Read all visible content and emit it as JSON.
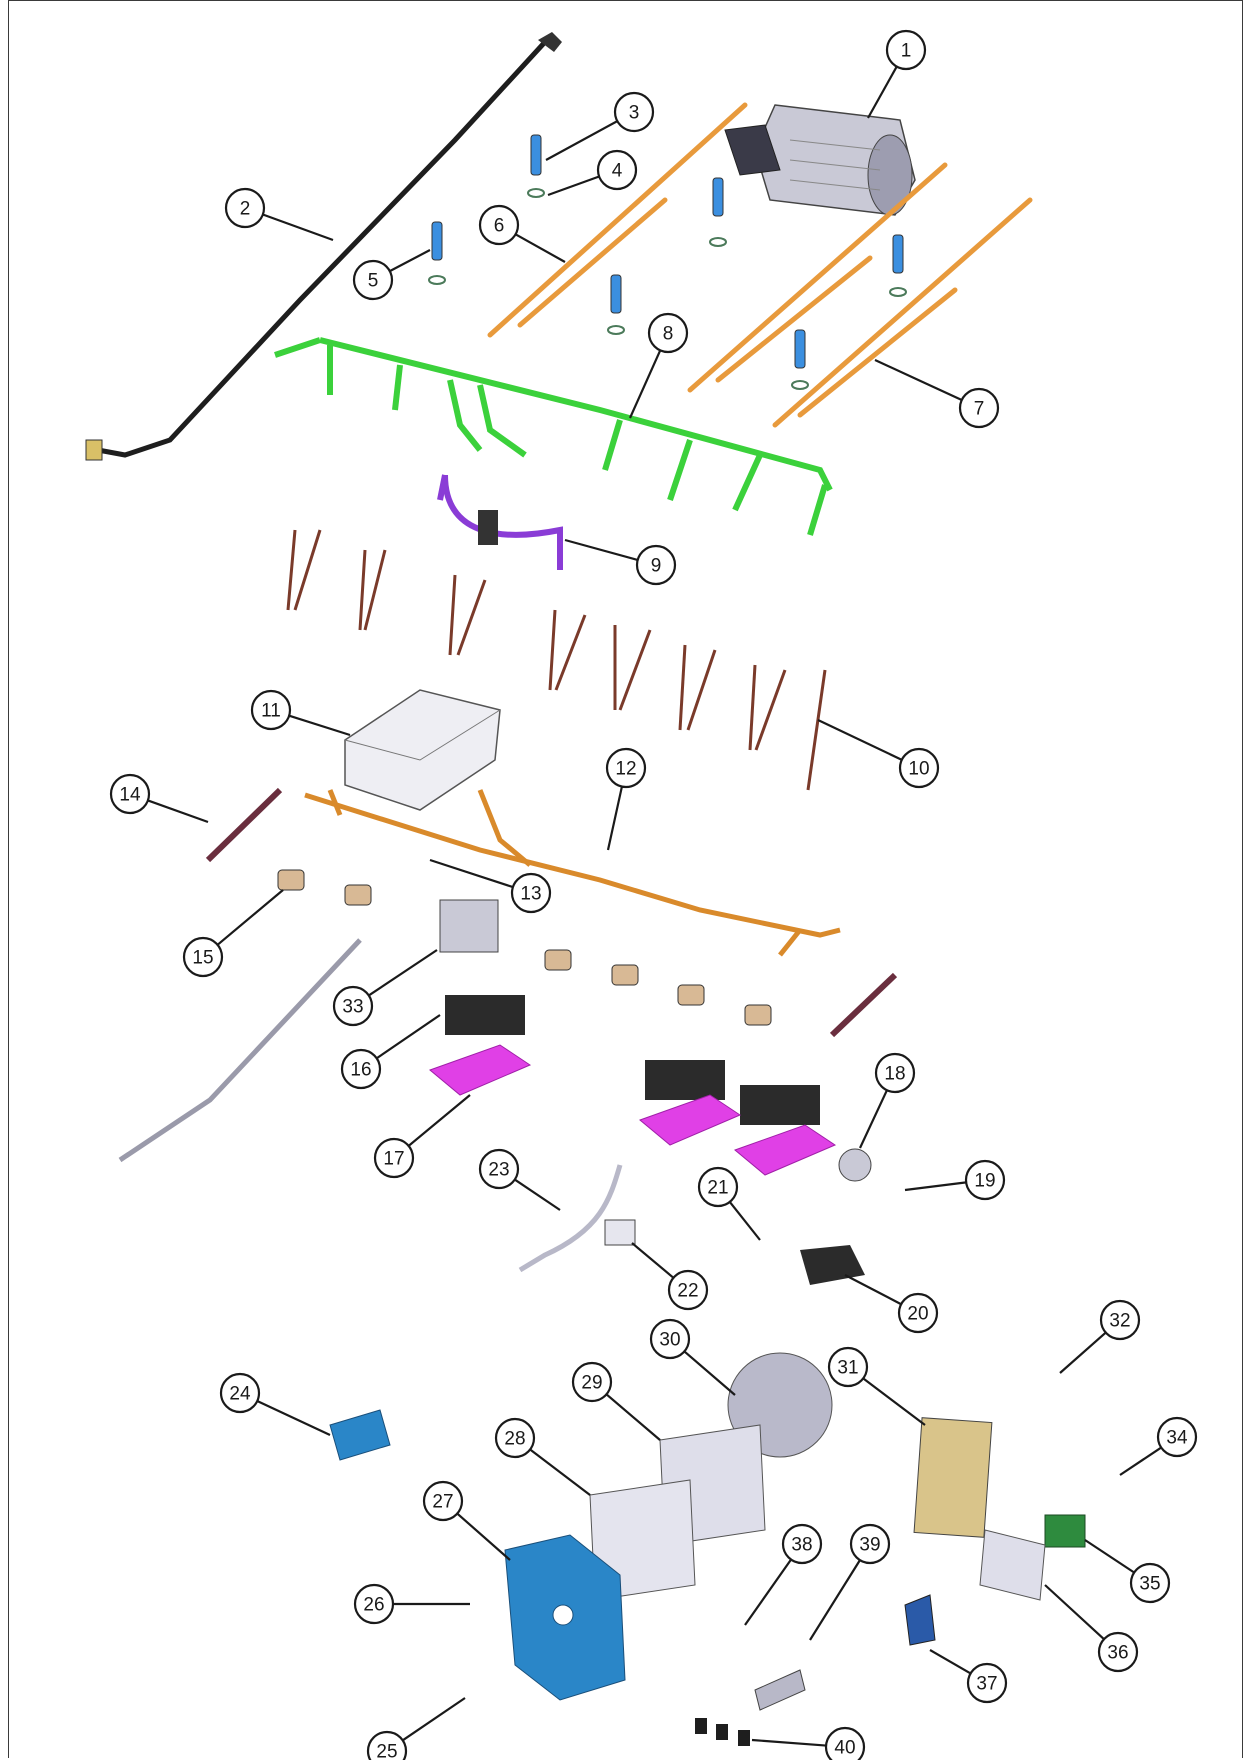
{
  "diagram": {
    "type": "exploded-parts-view",
    "balloons": [
      {
        "label": "1"
      },
      {
        "label": "2"
      },
      {
        "label": "3"
      },
      {
        "label": "4"
      },
      {
        "label": "5"
      },
      {
        "label": "6"
      },
      {
        "label": "7"
      },
      {
        "label": "8"
      },
      {
        "label": "9"
      },
      {
        "label": "10"
      },
      {
        "label": "11"
      },
      {
        "label": "12"
      },
      {
        "label": "13"
      },
      {
        "label": "14"
      },
      {
        "label": "15"
      },
      {
        "label": "16"
      },
      {
        "label": "17"
      },
      {
        "label": "18"
      },
      {
        "label": "19"
      },
      {
        "label": "20"
      },
      {
        "label": "21"
      },
      {
        "label": "22"
      },
      {
        "label": "23"
      },
      {
        "label": "24"
      },
      {
        "label": "25"
      },
      {
        "label": "26"
      },
      {
        "label": "27"
      },
      {
        "label": "28"
      },
      {
        "label": "29"
      },
      {
        "label": "30"
      },
      {
        "label": "31"
      },
      {
        "label": "32"
      },
      {
        "label": "33"
      },
      {
        "label": "34"
      },
      {
        "label": "35"
      },
      {
        "label": "36"
      },
      {
        "label": "37"
      },
      {
        "label": "38"
      },
      {
        "label": "39"
      },
      {
        "label": "40"
      }
    ],
    "colors": {
      "line": "#1a1a1a",
      "green_harness": "#3bd13b",
      "orange_harness": "#d98a2b",
      "orange_element": "#e89a3c",
      "purple_harness": "#8a3cd6",
      "magenta_bracket": "#e040e6",
      "blue_panel": "#2a86c8",
      "light_blue": "#3b8fe0",
      "metal": "#c9c9d6",
      "dark_part": "#2b2b2b",
      "board": "#d9c48a",
      "green_board": "#2e8b3e"
    }
  }
}
